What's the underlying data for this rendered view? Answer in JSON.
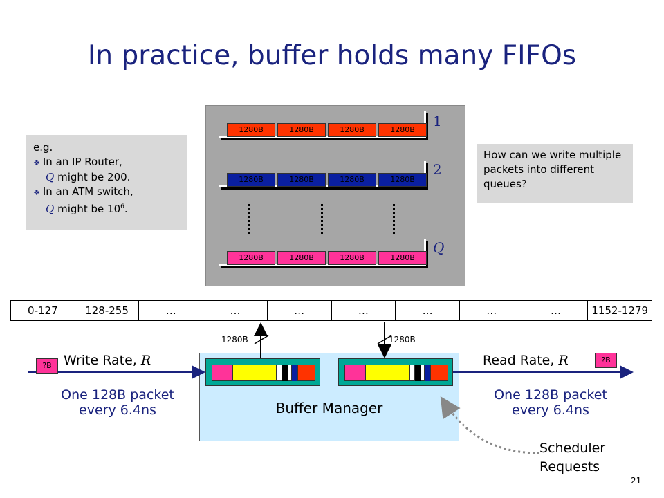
{
  "title": "In practice, buffer holds many FIFOs",
  "queues": [
    {
      "label": "1",
      "cells": [
        "1280B",
        "1280B",
        "1280B",
        "1280B"
      ],
      "color": "#ff3300"
    },
    {
      "label": "2",
      "cells": [
        "1280B",
        "1280B",
        "1280B",
        "1280B"
      ],
      "color": "#0a1fa0"
    },
    {
      "label": "Q",
      "cells": [
        "1280B",
        "1280B",
        "1280B",
        "1280B"
      ],
      "color": "#ff3399"
    }
  ],
  "left_note": {
    "heading": "e.g.",
    "item1_a": "In an IP Router,",
    "item1_q": "Q",
    "item1_b": " might be 200.",
    "item2_a": "In an ATM switch,",
    "item2_q": "Q",
    "item2_b": " might be 10",
    "item2_exp": "6",
    "item2_end": "."
  },
  "right_note": "How can we write multiple packets into different queues?",
  "address_cells": [
    "0-127",
    "128-255",
    "…",
    "…",
    "…",
    "…",
    "…",
    "…",
    "…",
    "1152-1279"
  ],
  "bus_left_label": "1280B",
  "bus_right_label": "1280B",
  "write_rate_text": "Write Rate, ",
  "write_rate_var": "R",
  "read_rate_text": "Read Rate, ",
  "read_rate_var": "R",
  "left_packet_badge": "?B",
  "right_packet_badge": "?B",
  "left_packet_line1": "One 128B packet",
  "left_packet_line2": "every 6.4ns",
  "right_packet_line1": "One 128B packet",
  "right_packet_line2": "every 6.4ns",
  "buffer_manager": "Buffer Manager",
  "scheduler_line1": "Scheduler",
  "scheduler_line2": "Requests",
  "page_number": "21"
}
